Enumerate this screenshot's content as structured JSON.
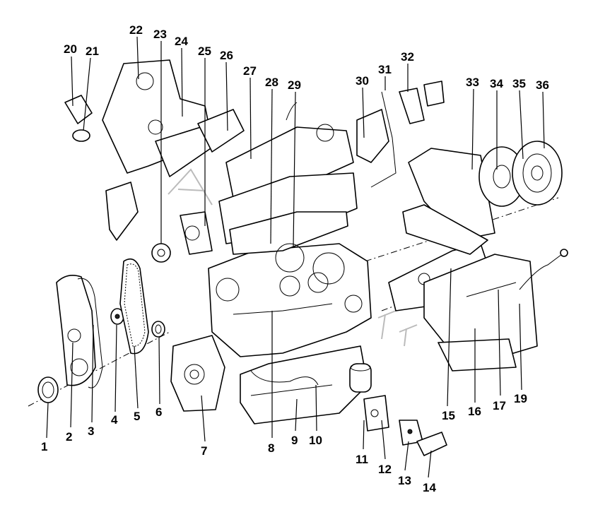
{
  "diagram": {
    "callouts": [
      "1",
      "2",
      "3",
      "4",
      "5",
      "6",
      "7",
      "8",
      "9",
      "10",
      "11",
      "12",
      "13",
      "14",
      "15",
      "16",
      "17",
      "19",
      "20",
      "21",
      "22",
      "23",
      "24",
      "25",
      "26",
      "27",
      "28",
      "29",
      "30",
      "31",
      "32",
      "33",
      "34",
      "35",
      "36"
    ],
    "watermark_text": "A ft"
  }
}
